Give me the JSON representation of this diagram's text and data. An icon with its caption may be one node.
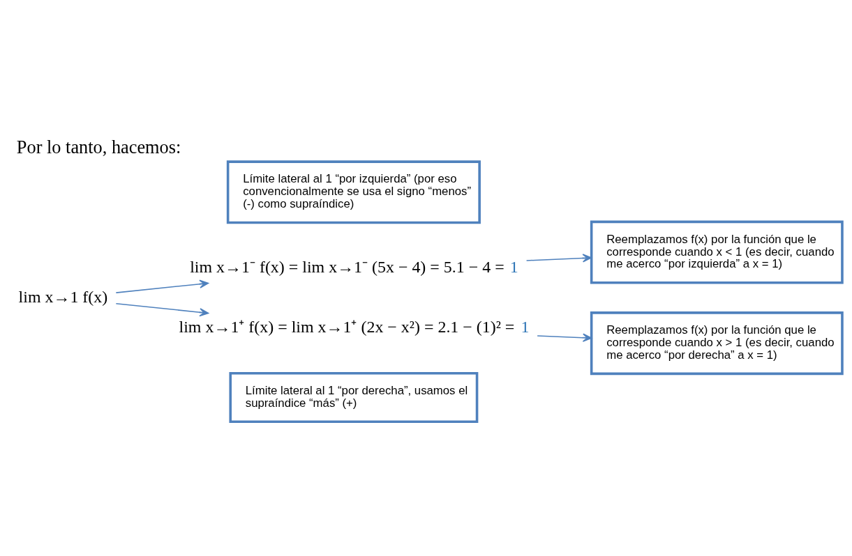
{
  "diagram": {
    "title": "Por lo tanto, hacemos:",
    "nodes": [
      {
        "text": [
          "Límite lateral al 1 “por izquierda” (por eso convencionalmente se usa el signo “menos” (-) como supraíndice)"
        ]
      },
      {
        "text": [
          "Reemplazamos f(x) por la función que le corresponde cuando x < 1 (es decir, cuando me acerco “por izquierda” a x = 1)"
        ]
      },
      {
        "text": [
          "lim x→1⁻ f(x) = lim x→1⁻ (5x − 4) = 5.1 − 4 =",
          "1"
        ]
      },
      {
        "text": [
          "lim x→1 f(x)"
        ]
      },
      {
        "text": [
          "lim x→1⁺ f(x) = lim x→1⁺ (2x − x²) = 2.1 − (1)² =",
          "1"
        ]
      },
      {
        "text": [
          "Límite lateral al 1 “por derecha”, usamos el supraíndice “más” (+)"
        ]
      },
      {
        "text": [
          "Reemplazamos f(x) por la función que le corresponde cuando x > 1 (es decir, cuando me acerco “por derecha” a x = 1)"
        ]
      }
    ],
    "edges": [
      {
        "from": 3,
        "to": 2,
        "arrow": "to"
      },
      {
        "from": 3,
        "to": 4,
        "arrow": "to"
      },
      {
        "from": 2,
        "to": 1,
        "arrow": "to"
      },
      {
        "from": 4,
        "to": 6,
        "arrow": "to"
      }
    ]
  }
}
